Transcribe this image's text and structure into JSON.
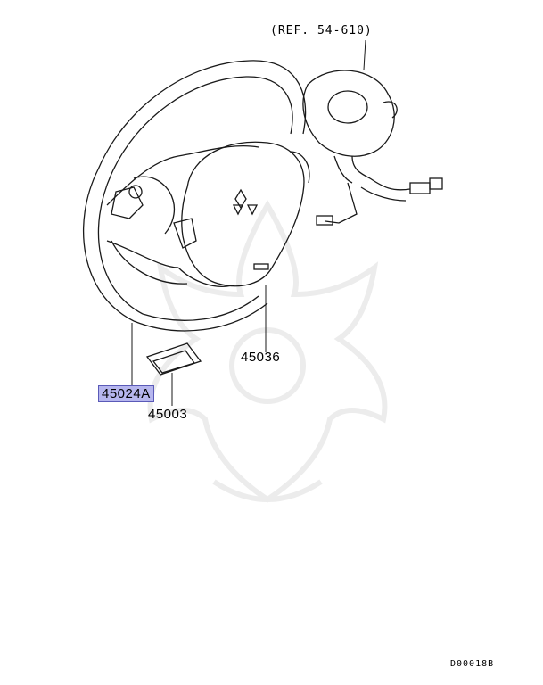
{
  "labels": {
    "ref": "(REF. 54-610)",
    "airbag": "45036",
    "wheel": "45024A",
    "cover": "45003",
    "drawing_id": "D00018B"
  },
  "colors": {
    "line": "#1a1a1a",
    "highlight": "#b6b6ee",
    "watermark": "#ececec"
  }
}
